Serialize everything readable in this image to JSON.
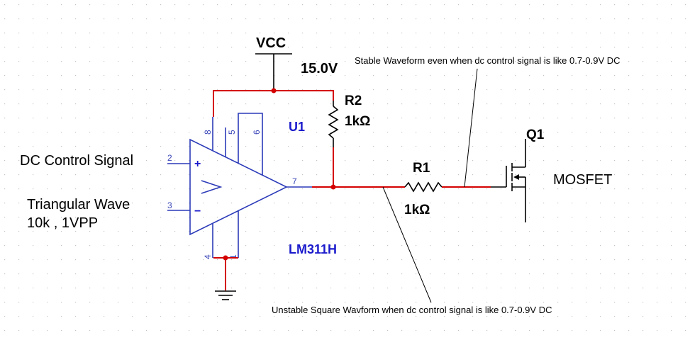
{
  "power": {
    "name": "VCC",
    "voltage": "15.0V"
  },
  "opamp": {
    "ref": "U1",
    "part": "LM311H",
    "symbol": ">",
    "plus": "+",
    "minus": "−"
  },
  "pins": {
    "p2": "2",
    "p3": "3",
    "p4": "4",
    "p1": "1",
    "p8": "8",
    "p5": "5",
    "p6": "6",
    "p7": "7"
  },
  "resistors": {
    "r2": {
      "ref": "R2",
      "value": "1kΩ"
    },
    "r1": {
      "ref": "R1",
      "value": "1kΩ"
    }
  },
  "transistor": {
    "ref": "Q1",
    "label": "MOSFET"
  },
  "inputs": {
    "dc": "DC Control Signal",
    "tri_line1": "Triangular Wave",
    "tri_line2": "10k , 1VPP"
  },
  "annotations": {
    "stable": "Stable Waveform even when dc control signal is like 0.7-0.9V DC",
    "unstable": "Unstable Square Wavform when dc control signal is like 0.7-0.9V DC"
  },
  "colors": {
    "wire": "#d40000",
    "component": "#2b3ab8",
    "label_blue": "#1a1acc",
    "grid": "#c8c8c8"
  }
}
